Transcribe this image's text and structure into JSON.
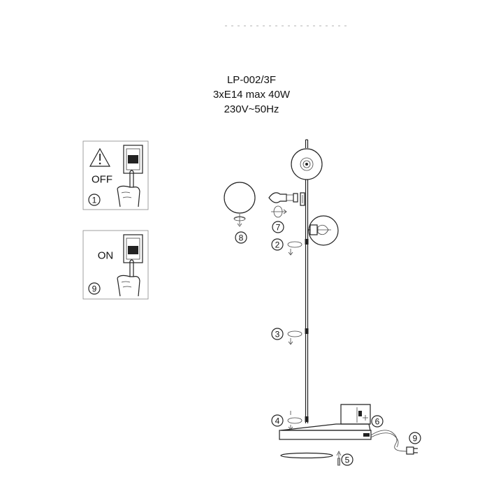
{
  "header": {
    "model": "LP-002/3F",
    "bulbs": "3xE14 max 40W",
    "voltage": "230V~50Hz"
  },
  "panels": {
    "off": {
      "label": "OFF",
      "step": "1"
    },
    "on": {
      "label": "ON",
      "step": "9"
    }
  },
  "steps": {
    "s2": "2",
    "s3": "3",
    "s4": "4",
    "s5": "5",
    "s6": "6",
    "s7": "7",
    "s8": "8",
    "s9": "9"
  },
  "icons": {
    "warning": "warning-triangle-icon",
    "hand": "pointing-hand-icon",
    "switch": "wall-switch-icon"
  }
}
